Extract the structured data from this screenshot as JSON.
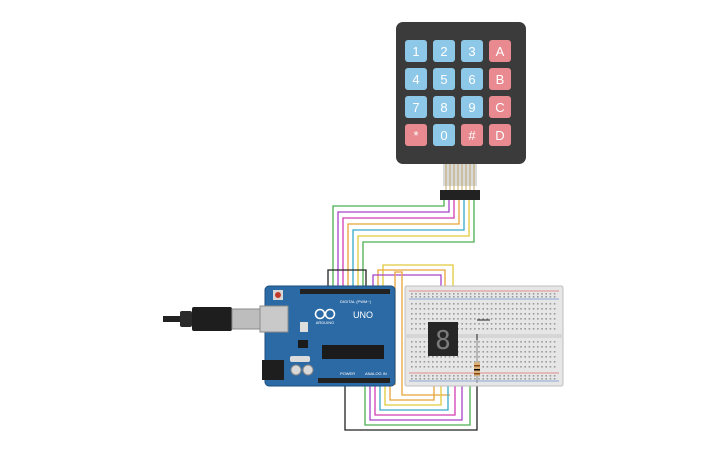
{
  "keypad": {
    "keys": [
      {
        "label": "1",
        "kind": "num"
      },
      {
        "label": "2",
        "kind": "num"
      },
      {
        "label": "3",
        "kind": "num"
      },
      {
        "label": "A",
        "kind": "fn"
      },
      {
        "label": "4",
        "kind": "num"
      },
      {
        "label": "5",
        "kind": "num"
      },
      {
        "label": "6",
        "kind": "num"
      },
      {
        "label": "B",
        "kind": "fn"
      },
      {
        "label": "7",
        "kind": "num"
      },
      {
        "label": "8",
        "kind": "num"
      },
      {
        "label": "9",
        "kind": "num"
      },
      {
        "label": "C",
        "kind": "fn"
      },
      {
        "label": "*",
        "kind": "fn"
      },
      {
        "label": "0",
        "kind": "num"
      },
      {
        "label": "#",
        "kind": "fn"
      },
      {
        "label": "D",
        "kind": "fn"
      }
    ]
  },
  "arduino": {
    "brand": "ARDUINO",
    "model": "UNO",
    "digital_header": "DIGITAL (PWM~)",
    "power_header": "POWER",
    "analog_header": "ANALOG IN"
  },
  "display": {
    "digit": "8"
  },
  "colors": {
    "board": "#2c6aa5",
    "board_edge": "#1d4f80",
    "keypad_body": "#3b3b3b",
    "key_num": "#8ec8e8",
    "key_fn": "#e88a8f",
    "breadboard": "#e6e6e6",
    "wire_orange": "#e8a43a",
    "wire_green": "#4caf50",
    "wire_purple": "#a743c8",
    "wire_yellow": "#e0c93a",
    "wire_cyan": "#36a9c9",
    "wire_magenta": "#d23db5",
    "wire_black": "#222222"
  }
}
